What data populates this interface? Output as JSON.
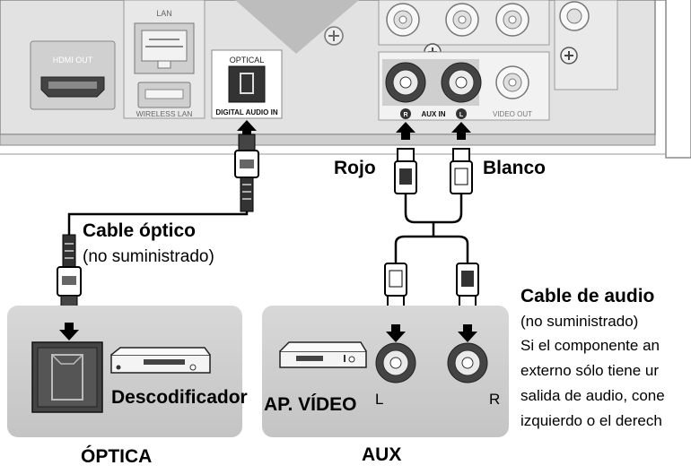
{
  "panel": {
    "lan": "LAN",
    "hdmi_out": "HDMI OUT",
    "wireless_lan": "WIRELESS LAN",
    "optical": "OPTICAL",
    "digital_audio_in": "DIGITAL AUDIO IN",
    "aux_in": "AUX IN",
    "r_mark": "R",
    "l_mark": "L",
    "video_out": "VIDEO OUT"
  },
  "labels": {
    "rojo": "Rojo",
    "blanco": "Blanco",
    "cable_optico": "Cable óptico",
    "no_suministrado_1": "(no suministrado)",
    "descodificador": "Descodificador",
    "optica": "ÓPTICA",
    "ap_video": "AP. VÍDEO",
    "jack_l": "L",
    "jack_r": "R",
    "aux": "AUX",
    "cable_audio_title": "Cable de audio",
    "no_suministrado_2": "(no suministrado)",
    "note_line1": "Si el componente an",
    "note_line2": "externo sólo tiene ur",
    "note_line3": "salida de audio, cone",
    "note_line4": "izquierdo o el derech"
  }
}
